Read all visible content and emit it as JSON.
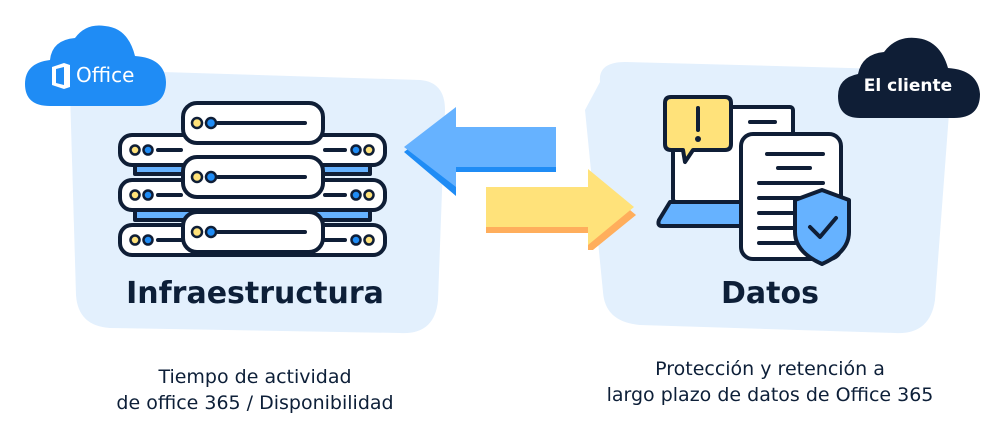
{
  "left_panel": {
    "cloud_label": "Office",
    "title": "Infraestructura",
    "caption_line1": "Tiempo de actividad",
    "caption_line2": "de office 365 / Disponibilidad",
    "icon": "server-rack-icon"
  },
  "right_panel": {
    "cloud_label": "El cliente",
    "title": "Datos",
    "caption_line1": "Protección y retención a",
    "caption_line2": "largo plazo de datos de Office 365",
    "icon": "data-protection-icon"
  },
  "arrows": {
    "left_arrow": "arrow-left-icon",
    "right_arrow": "arrow-right-icon"
  },
  "colors": {
    "panel_bg": "#e3f0fd",
    "office_cloud": "#1f8cf5",
    "client_cloud": "#0f1e36",
    "outline": "#0f1e36",
    "accent_blue": "#66b2ff",
    "accent_blue_dark": "#1f8cf5",
    "accent_yellow": "#ffe27a",
    "accent_orange": "#ffae5c",
    "text_dark": "#0d1f38"
  }
}
